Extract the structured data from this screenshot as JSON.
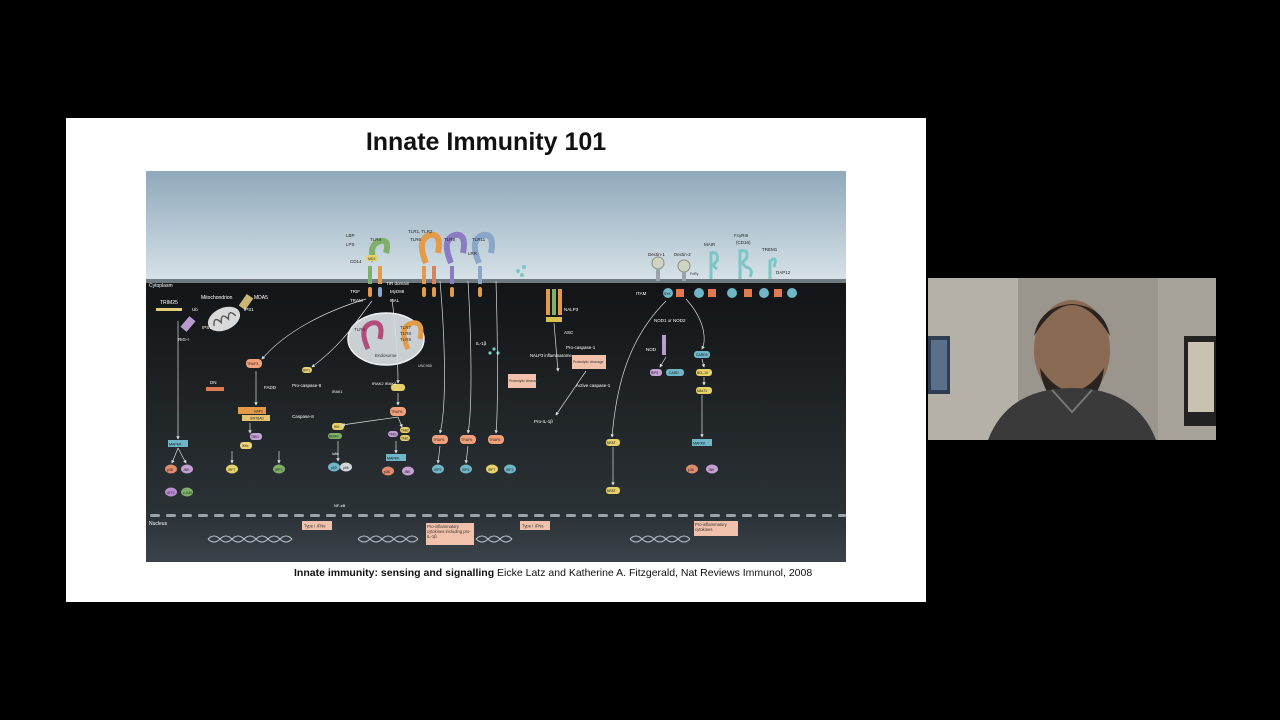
{
  "slide": {
    "title": "Innate Immunity 101",
    "citation": {
      "title": "Innate immunity: sensing and signalling",
      "authors": "Eicke Latz and Katherine A. Fitzgerald, Nat Reviews Immunol, 2008"
    }
  },
  "diagram": {
    "compartments": {
      "cytoplasm": "Cytoplasm",
      "nucleus": "Nucleus",
      "endosome": "Endosome",
      "mitochondrion": "Mitochondrion"
    },
    "receptors": {
      "tlr4": "TLR4",
      "lbp": "LBP",
      "lps": "LPS",
      "cd14": "CD14",
      "md2": "MD2",
      "tlr1_2": "TLR1, TLR2",
      "tlr6": "TLR6",
      "tlr5": "TLR5",
      "tlr11": "TLR11",
      "lrr": "LRR",
      "tir_domain": "TIR domain",
      "myd88": "MyD88",
      "mal": "MAL",
      "trif": "TRIF",
      "tram": "TRAM",
      "tlr3": "TLR3",
      "tlr7": "TLR7",
      "tlr8": "TLR8",
      "tlr9": "TLR9",
      "dectin1": "Dectin-1",
      "dectin2": "Dectin-2",
      "fcrg": "FcRγ",
      "mair": "MAIR",
      "fcgr3": "FcγRIII",
      "cd16": "(CD16)",
      "trem1": "TREM1",
      "dap12": "DAP12",
      "itam": "ITAM",
      "nod1_2": "NOD1 or NOD2",
      "nod": "NOD",
      "trim25": "TRIM25",
      "mda5": "MDA5",
      "ips1": "IPS1",
      "ub": "Ub",
      "rigi": "RIG-I",
      "nalp3": "NALP3"
    },
    "nodes": {
      "traf3": "TRAF3",
      "fadd": "FADD",
      "rip1": "RIP1",
      "dn": "DN",
      "procasp8": "Pro-caspase-8",
      "casp8": "Caspase-8",
      "irak24": "IRAK2 IRAK4",
      "irak1": "IRAK1",
      "traf6": "TRAF6",
      "tab2": "TAB2",
      "tab1": "TAB1",
      "tak1": "TAK1",
      "ikk": "IKK",
      "tbk1": "TBK1",
      "ikke": "IKKε",
      "nemo": "NEMO",
      "ikba": "IκBα",
      "p50": "p50",
      "p65": "p65",
      "nfkb": "NF-κB",
      "mapkk": "MAPKK",
      "p38": "p38",
      "jnk": "JNK",
      "atf2": "ATF2",
      "cjun": "c-JUN",
      "irf3": "IRF3",
      "irf7": "IRF7",
      "irf5": "IRF5",
      "il1b": "IL-1β",
      "asc": "ASC",
      "procasp1": "Pro-caspase-1",
      "nalp3_inflammasome": "NALP3 inflammasome",
      "proteolytic1": "Proteolytic cleavage",
      "proteolytic2": "Proteolytic cleavage",
      "active_casp1": "Active caspase-1",
      "proil1b": "Pro-IL-1β",
      "syk": "SYK",
      "card9": "CARD9",
      "bcl10": "BCL-10",
      "malt1": "MALT1",
      "nfat": "NFAT",
      "nfat2": "NFAT",
      "rip2": "RIP2",
      "card": "CARD",
      "unc93b": "UNC93B",
      "sintbad": "SINTBAD",
      "nap1": "NAP1"
    },
    "outputs": {
      "type1_ifn_left": "Type I IFNs",
      "proinflam_mid": "Pro-inflammatory cytokines including pro-IL-1β",
      "type1_ifn_mid": "Type I IFNs",
      "proinflam_right": "Pro-inflammatory cytokines"
    }
  },
  "webcam": {
    "label": "Presenter video"
  },
  "colors": {
    "background": "#000000",
    "slide": "#ffffff",
    "cytoplasm": "#1f2427",
    "nucleus": "#2a3035",
    "extracellular": "#9fb6c6",
    "output_box": "#f2c1ab"
  }
}
